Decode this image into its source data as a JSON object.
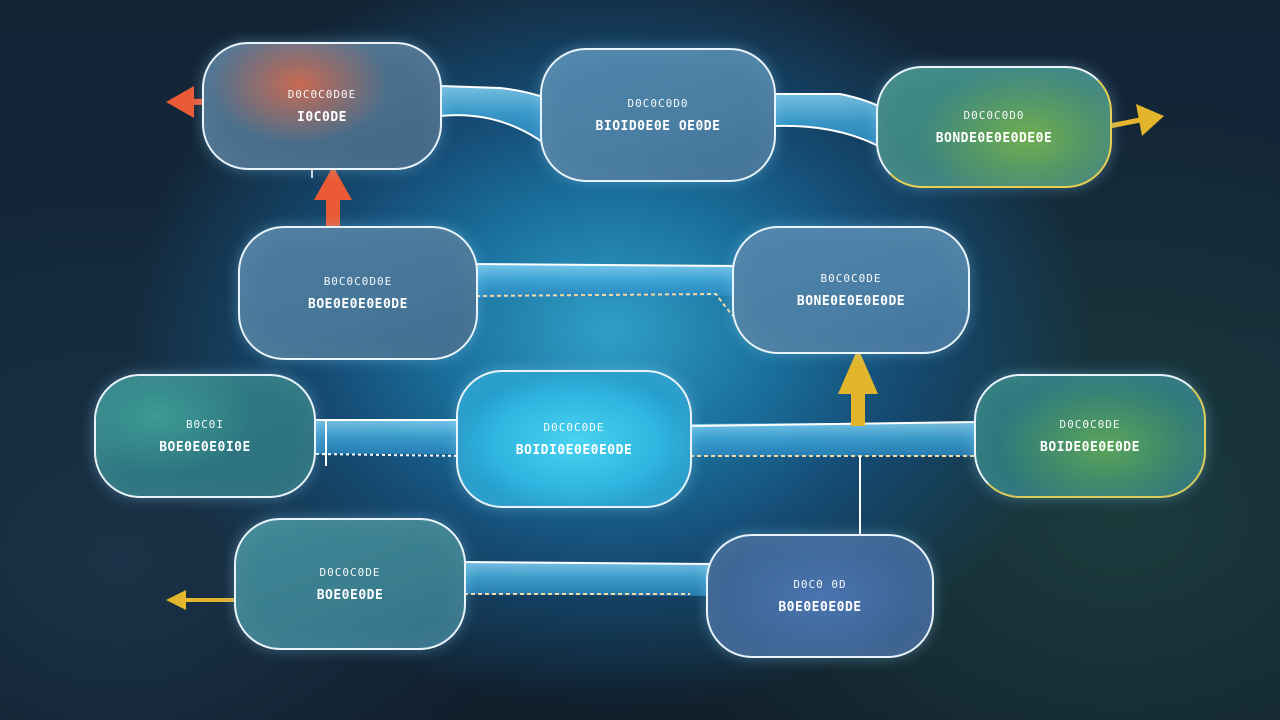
{
  "diagram": {
    "nodes": [
      {
        "id": "a",
        "line1": "D0C0C0D0E",
        "line2": "I0C0DE"
      },
      {
        "id": "b",
        "line1": "D0C0C0D0",
        "line2": "BIOID0E0E OE0DE"
      },
      {
        "id": "c",
        "line1": "D0C0C0D0",
        "line2": "BONDE0E0E0DE0E"
      },
      {
        "id": "d",
        "line1": "B0C0C0D0E",
        "line2": "BOE0E0E0E0DE"
      },
      {
        "id": "e",
        "line1": "B0C0C0DE",
        "line2": "BONE0E0E0E0DE"
      },
      {
        "id": "f",
        "line1": "B0C0I",
        "line2": "BOE0E0E0I0E"
      },
      {
        "id": "g",
        "line1": "D0C0C0DE",
        "line2": "BOIDI0E0E0E0DE"
      },
      {
        "id": "h",
        "line1": "D0C0C0DE",
        "line2": "BOIDE0E0E0DE"
      },
      {
        "id": "i",
        "line1": "D0C0C0DE",
        "line2": "BOE0E0DE"
      },
      {
        "id": "j",
        "line1": "D0C0 0D",
        "line2": "B0E0E0E0DE"
      }
    ],
    "colors": {
      "arrow_red": "#ea5a34",
      "arrow_yellow": "#e3b52c",
      "node_border": "#e9f4fa",
      "connector": "#ffffff"
    }
  }
}
